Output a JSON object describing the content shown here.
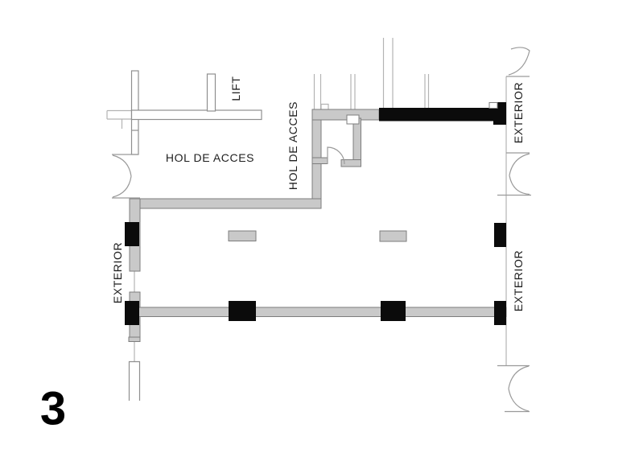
{
  "sheet": {
    "number": "3"
  },
  "labels": {
    "lift": "LIFT",
    "hall_horizontal": "HOL DE ACCES",
    "hall_vertical": "HOL DE ACCES",
    "exterior_left": "EXTERIOR",
    "exterior_top_right": "EXTERIOR",
    "exterior_bottom_right": "EXTERIOR"
  },
  "colors": {
    "background": "#ffffff",
    "wall_fill_gray": "#c9c9c9",
    "wall_fill_black": "#0b0b0b",
    "wall_stroke": "#7d7d7d",
    "thin_wall_stroke": "#8f8f8f",
    "reference_line": "#b3b3b3",
    "door_arc": "#9a9a9a",
    "text": "#1f1f1f"
  }
}
